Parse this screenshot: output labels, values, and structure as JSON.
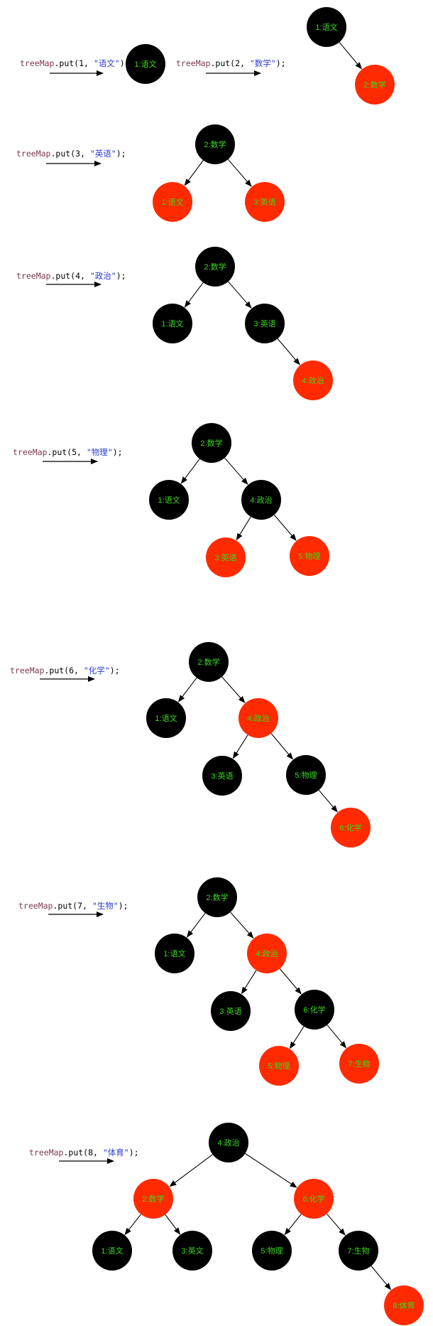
{
  "colors": {
    "black_node": "#000000",
    "red_node": "#ff2a00",
    "label_green": "#39d81c",
    "code_object": "#7a3b4f",
    "code_plain": "#000000",
    "code_string": "#2b3bd0",
    "edge": "#000000"
  },
  "steps": [
    {
      "id": "put-1",
      "code": {
        "object": "treeMap",
        "call": ".put(1, ",
        "string": "\"语文\"",
        "end": ");"
      },
      "nodes": [
        {
          "id": "n1",
          "label": "1:语文",
          "color": "black"
        }
      ],
      "edges": []
    },
    {
      "id": "put-2",
      "code": {
        "object": "treeMap",
        "call": ".put(2, ",
        "string": "\"数学\"",
        "end": ");"
      },
      "nodes": [
        {
          "id": "n1",
          "label": "1:语文",
          "color": "black"
        },
        {
          "id": "n2",
          "label": "2:数学",
          "color": "red"
        }
      ],
      "edges": [
        [
          "n1",
          "n2"
        ]
      ]
    },
    {
      "id": "put-3",
      "code": {
        "object": "treeMap",
        "call": ".put(3, ",
        "string": "\"英语\"",
        "end": ");"
      },
      "nodes": [
        {
          "id": "n2",
          "label": "2:数学",
          "color": "black"
        },
        {
          "id": "n1",
          "label": "1:语文",
          "color": "red"
        },
        {
          "id": "n3",
          "label": "3:英语",
          "color": "red"
        }
      ],
      "edges": [
        [
          "n2",
          "n1"
        ],
        [
          "n2",
          "n3"
        ]
      ]
    },
    {
      "id": "put-4",
      "code": {
        "object": "treeMap",
        "call": ".put(4, ",
        "string": "\"政治\"",
        "end": ");"
      },
      "nodes": [
        {
          "id": "n2",
          "label": "2:数学",
          "color": "black"
        },
        {
          "id": "n1",
          "label": "1:语文",
          "color": "black"
        },
        {
          "id": "n3",
          "label": "3:英语",
          "color": "black"
        },
        {
          "id": "n4",
          "label": "4:政治",
          "color": "red"
        }
      ],
      "edges": [
        [
          "n2",
          "n1"
        ],
        [
          "n2",
          "n3"
        ],
        [
          "n3",
          "n4"
        ]
      ]
    },
    {
      "id": "put-5",
      "code": {
        "object": "treeMap",
        "call": ".put(5, ",
        "string": "\"物理\"",
        "end": ");"
      },
      "nodes": [
        {
          "id": "n2",
          "label": "2:数学",
          "color": "black"
        },
        {
          "id": "n1",
          "label": "1:语文",
          "color": "black"
        },
        {
          "id": "n4",
          "label": "4:政治",
          "color": "black"
        },
        {
          "id": "n3",
          "label": "3:英语",
          "color": "red"
        },
        {
          "id": "n5",
          "label": "5:物理",
          "color": "red"
        }
      ],
      "edges": [
        [
          "n2",
          "n1"
        ],
        [
          "n2",
          "n4"
        ],
        [
          "n4",
          "n3"
        ],
        [
          "n4",
          "n5"
        ]
      ]
    },
    {
      "id": "put-6",
      "code": {
        "object": "treeMap",
        "call": ".put(6, ",
        "string": "\"化学\"",
        "end": ");"
      },
      "nodes": [
        {
          "id": "n2",
          "label": "2:数学",
          "color": "black"
        },
        {
          "id": "n1",
          "label": "1:语文",
          "color": "black"
        },
        {
          "id": "n4",
          "label": "4:政治",
          "color": "red"
        },
        {
          "id": "n3",
          "label": "3:英语",
          "color": "black"
        },
        {
          "id": "n5",
          "label": "5:物理",
          "color": "black"
        },
        {
          "id": "n6",
          "label": "6:化学",
          "color": "red"
        }
      ],
      "edges": [
        [
          "n2",
          "n1"
        ],
        [
          "n2",
          "n4"
        ],
        [
          "n4",
          "n3"
        ],
        [
          "n4",
          "n5"
        ],
        [
          "n5",
          "n6"
        ]
      ]
    },
    {
      "id": "put-7",
      "code": {
        "object": "treeMap",
        "call": ".put(7, ",
        "string": "\"生物\"",
        "end": ");"
      },
      "nodes": [
        {
          "id": "n2",
          "label": "2:数学",
          "color": "black"
        },
        {
          "id": "n1",
          "label": "1:语文",
          "color": "black"
        },
        {
          "id": "n4",
          "label": "4:政治",
          "color": "red"
        },
        {
          "id": "n3",
          "label": "3:英语",
          "color": "black"
        },
        {
          "id": "n6",
          "label": "6:化学",
          "color": "black"
        },
        {
          "id": "n5",
          "label": "5:物理",
          "color": "red"
        },
        {
          "id": "n7",
          "label": "7:生物",
          "color": "red"
        }
      ],
      "edges": [
        [
          "n2",
          "n1"
        ],
        [
          "n2",
          "n4"
        ],
        [
          "n4",
          "n3"
        ],
        [
          "n4",
          "n6"
        ],
        [
          "n6",
          "n5"
        ],
        [
          "n6",
          "n7"
        ]
      ]
    },
    {
      "id": "put-8",
      "code": {
        "object": "treeMap",
        "call": ".put(8, ",
        "string": "\"体育\"",
        "end": ");"
      },
      "nodes": [
        {
          "id": "n4",
          "label": "4:政治",
          "color": "black"
        },
        {
          "id": "n2",
          "label": "2:数学",
          "color": "red"
        },
        {
          "id": "n6",
          "label": "6:化学",
          "color": "red"
        },
        {
          "id": "n1",
          "label": "1:语文",
          "color": "black"
        },
        {
          "id": "n3",
          "label": "3:英文",
          "color": "black"
        },
        {
          "id": "n5",
          "label": "5:物理",
          "color": "black"
        },
        {
          "id": "n7",
          "label": "7:生物",
          "color": "black"
        },
        {
          "id": "n8",
          "label": "8:体育",
          "color": "red"
        }
      ],
      "edges": [
        [
          "n4",
          "n2"
        ],
        [
          "n4",
          "n6"
        ],
        [
          "n2",
          "n1"
        ],
        [
          "n2",
          "n3"
        ],
        [
          "n6",
          "n5"
        ],
        [
          "n6",
          "n7"
        ],
        [
          "n7",
          "n8"
        ]
      ]
    }
  ]
}
